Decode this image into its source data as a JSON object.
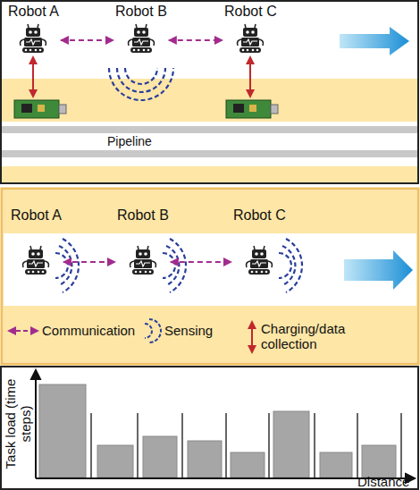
{
  "diagram": {
    "nodes": [
      {
        "text": [
          "Robot A"
        ]
      },
      {
        "text": [
          "Robot B"
        ]
      },
      {
        "text": [
          "Robot C"
        ]
      },
      {
        "text": [
          "Robot A"
        ]
      },
      {
        "text": [
          "Robot B"
        ]
      },
      {
        "text": [
          "Robot C"
        ]
      }
    ],
    "edges": [
      {
        "from": 0,
        "to": 1,
        "arrow": "both"
      },
      {
        "from": 1,
        "to": 2,
        "arrow": "both"
      },
      {
        "from": 3,
        "to": 4,
        "arrow": "both"
      },
      {
        "from": 4,
        "to": 5,
        "arrow": "both"
      }
    ],
    "labels": [
      "Pipeline",
      "Task load (time steps)",
      "Distance"
    ],
    "legend": [
      {
        "text": "Communication"
      },
      {
        "text": "Sensing"
      },
      {
        "text": "Charging/data collection"
      }
    ]
  }
}
